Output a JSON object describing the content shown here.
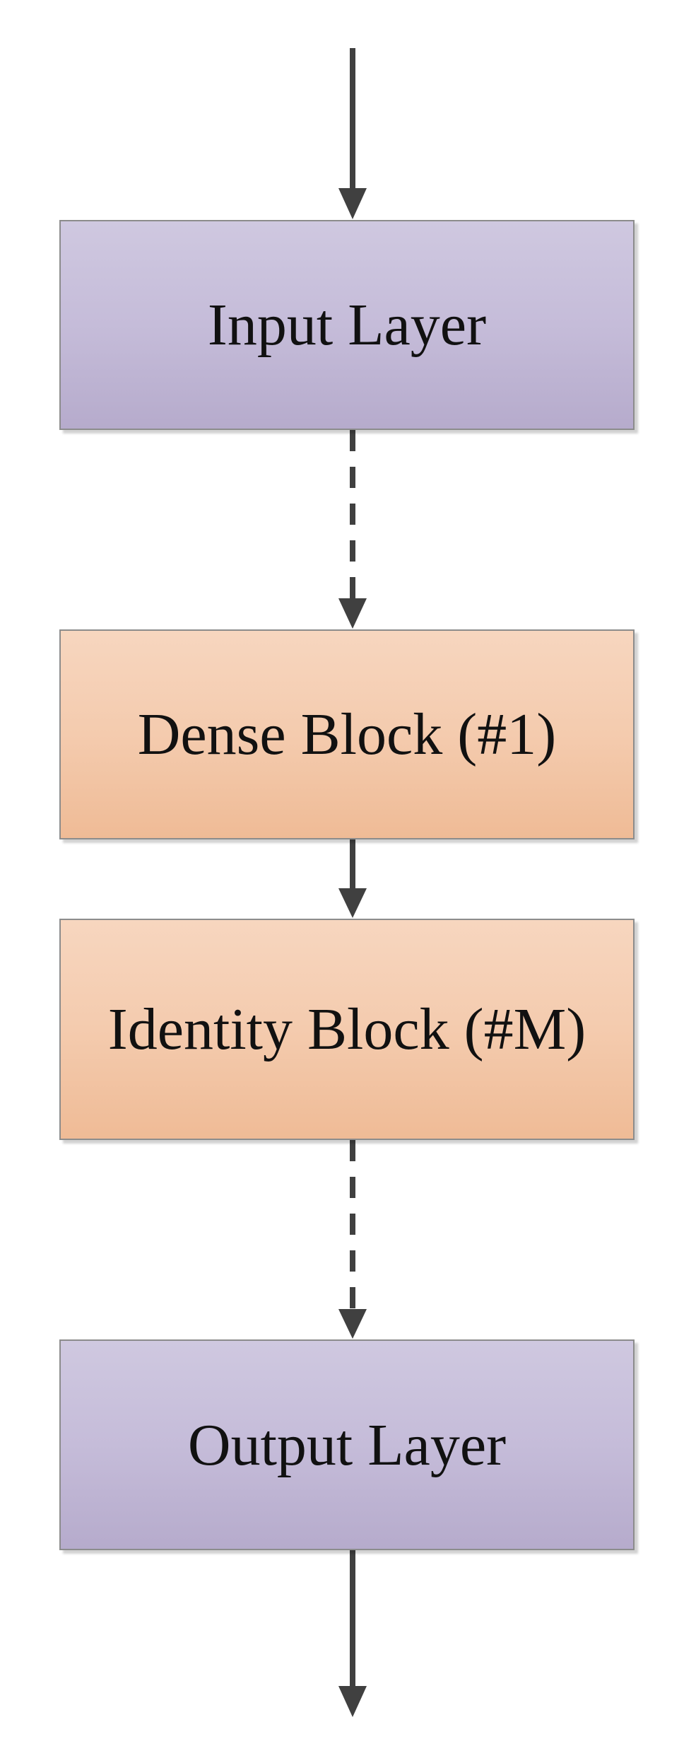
{
  "blocks": {
    "input_layer": "Input Layer",
    "dense_block": "Dense Block (#1)",
    "identity_block": "Identity Block (#M)",
    "output_layer": "Output Layer"
  },
  "colors": {
    "layer_fill": "#c5bcd9",
    "block_fill": "#f4cbae",
    "arrow": "#404040",
    "border": "#8c8c8c"
  },
  "connectors": [
    {
      "from": "input",
      "to": "input_layer",
      "style": "solid"
    },
    {
      "from": "input_layer",
      "to": "dense_block",
      "style": "dashed"
    },
    {
      "from": "dense_block",
      "to": "identity_block",
      "style": "solid"
    },
    {
      "from": "identity_block",
      "to": "output_layer",
      "style": "dashed"
    },
    {
      "from": "output_layer",
      "to": "output",
      "style": "solid"
    }
  ]
}
